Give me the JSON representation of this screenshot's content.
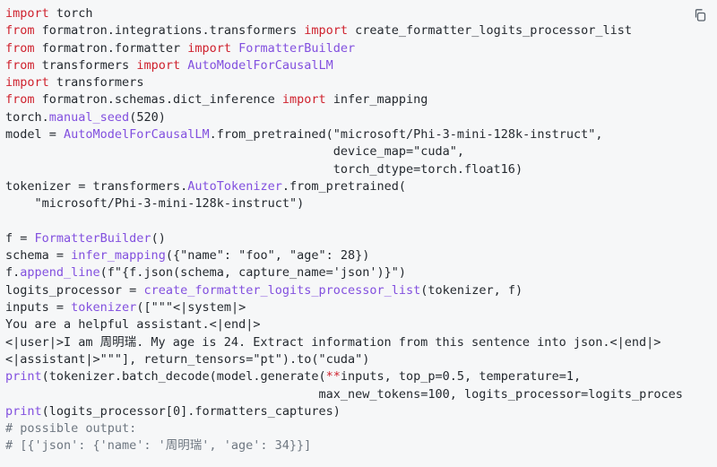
{
  "toolbar": {
    "copy_icon": "copy-icon"
  },
  "colors": {
    "background": "#f6f7f8",
    "keyword": "#cf222e",
    "function": "#8250df",
    "comment": "#6e7781",
    "text": "#24292f"
  },
  "code": {
    "language": "python",
    "lines": [
      [
        {
          "t": "import",
          "c": "kw"
        },
        {
          "t": " torch"
        }
      ],
      [
        {
          "t": "from",
          "c": "kw"
        },
        {
          "t": " formatron.integrations.transformers "
        },
        {
          "t": "import",
          "c": "kw"
        },
        {
          "t": " create_formatter_logits_processor_list"
        }
      ],
      [
        {
          "t": "from",
          "c": "kw"
        },
        {
          "t": " formatron.formatter "
        },
        {
          "t": "import",
          "c": "kw"
        },
        {
          "t": " "
        },
        {
          "t": "FormatterBuilder",
          "c": "fn"
        }
      ],
      [
        {
          "t": "from",
          "c": "kw"
        },
        {
          "t": " transformers "
        },
        {
          "t": "import",
          "c": "kw"
        },
        {
          "t": " "
        },
        {
          "t": "AutoModelForCausalLM",
          "c": "fn"
        }
      ],
      [
        {
          "t": "import",
          "c": "kw"
        },
        {
          "t": " transformers"
        }
      ],
      [
        {
          "t": "from",
          "c": "kw"
        },
        {
          "t": " formatron.schemas.dict_inference "
        },
        {
          "t": "import",
          "c": "kw"
        },
        {
          "t": " infer_mapping"
        }
      ],
      [
        {
          "t": "torch."
        },
        {
          "t": "manual_seed",
          "c": "fn"
        },
        {
          "t": "(520)"
        }
      ],
      [
        {
          "t": "model = "
        },
        {
          "t": "AutoModelForCausalLM",
          "c": "fn"
        },
        {
          "t": ".from_pretrained(\"microsoft/Phi-3-mini-128k-instruct\","
        }
      ],
      [
        {
          "t": "                                             device_map=\"cuda\","
        }
      ],
      [
        {
          "t": "                                             torch_dtype=torch.float16)"
        }
      ],
      [
        {
          "t": "tokenizer = transformers."
        },
        {
          "t": "AutoTokenizer",
          "c": "fn"
        },
        {
          "t": ".from_pretrained("
        }
      ],
      [
        {
          "t": "    \"microsoft/Phi-3-mini-128k-instruct\")"
        }
      ],
      [
        {
          "t": ""
        }
      ],
      [
        {
          "t": "f = "
        },
        {
          "t": "FormatterBuilder",
          "c": "fn"
        },
        {
          "t": "()"
        }
      ],
      [
        {
          "t": "schema = "
        },
        {
          "t": "infer_mapping",
          "c": "fn"
        },
        {
          "t": "({\"name\": \"foo\", \"age\": 28})"
        }
      ],
      [
        {
          "t": "f."
        },
        {
          "t": "append_line",
          "c": "fn"
        },
        {
          "t": "(f\"{f.json(schema, capture_name='json')}\")"
        }
      ],
      [
        {
          "t": "logits_processor = "
        },
        {
          "t": "create_formatter_logits_processor_list",
          "c": "fn"
        },
        {
          "t": "(tokenizer, f)"
        }
      ],
      [
        {
          "t": "inputs = "
        },
        {
          "t": "tokenizer",
          "c": "fn"
        },
        {
          "t": "([\"\"\"<|system|>"
        }
      ],
      [
        {
          "t": "You are a helpful assistant.<|end|>"
        }
      ],
      [
        {
          "t": "<|user|>I am 周明瑞. My age is 24. Extract information from this sentence into json.<|end|>"
        }
      ],
      [
        {
          "t": "<|assistant|>\"\"\"], return_tensors=\"pt\").to(\"cuda\")"
        }
      ],
      [
        {
          "t": "print",
          "c": "fn"
        },
        {
          "t": "(tokenizer.batch_decode(model.generate("
        },
        {
          "t": "**",
          "c": "kw"
        },
        {
          "t": "inputs, top_p=0.5, temperature=1,"
        }
      ],
      [
        {
          "t": "                                           max_new_tokens=100, logits_processor=logits_proces"
        }
      ],
      [
        {
          "t": "print",
          "c": "fn"
        },
        {
          "t": "(logits_processor[0].formatters_captures)"
        }
      ],
      [
        {
          "t": "# possible output:",
          "c": "cm"
        }
      ],
      [
        {
          "t": "# [{'json': {'name': '周明瑞', 'age': 34}}]",
          "c": "cm"
        }
      ]
    ]
  }
}
